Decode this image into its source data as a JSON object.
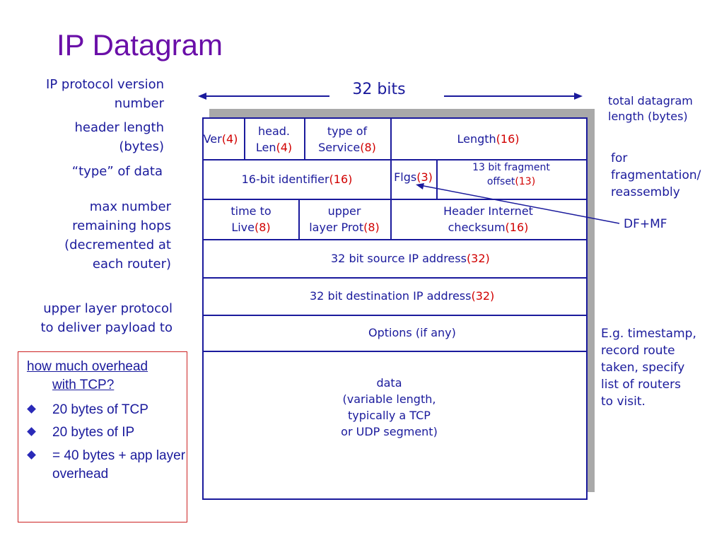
{
  "title": "IP Datagram",
  "bits_label": "32 bits",
  "left_labels": {
    "version": [
      "IP protocol version",
      "number"
    ],
    "header_length": [
      "header length",
      "(bytes)"
    ],
    "type": "“type” of data",
    "ttl": [
      "max number",
      "remaining hops",
      "(decremented at",
      "each router)"
    ],
    "upper": [
      "upper layer protocol",
      "to deliver payload to"
    ]
  },
  "right_labels": {
    "total_length": [
      "total datagram",
      "length (bytes)"
    ],
    "fragmentation": [
      "for",
      "fragmentation/",
      "reassembly"
    ],
    "dfmf": "DF+MF",
    "options": [
      "E.g. timestamp,",
      "record route",
      "taken, specify",
      "list of routers",
      "to visit."
    ]
  },
  "fields": {
    "ver": {
      "label": "Ver",
      "bits": "(4)"
    },
    "headlen": {
      "label1": "head.",
      "label2": "Len",
      "bits": "(4)"
    },
    "tos": {
      "label1": "type of",
      "label2": "Service",
      "bits": "(8)"
    },
    "length": {
      "label": "Length",
      "bits": "(16)"
    },
    "identifier": {
      "label": "16-bit identifier",
      "bits": "(16)"
    },
    "flags": {
      "label": "Flgs",
      "bits": "(3)"
    },
    "fragoffset": {
      "label1": "13 bit fragment",
      "label2": "offset",
      "bits": "(13)"
    },
    "ttl": {
      "label1": "time to",
      "label2": "Live",
      "bits": "(8)"
    },
    "proto": {
      "label1": "upper",
      "label2": "layer Prot",
      "bits": "(8)"
    },
    "checksum": {
      "label1": "Header Internet",
      "label2": "checksum",
      "bits": "(16)"
    },
    "src": {
      "label": "32 bit source IP address",
      "bits": "(32)"
    },
    "dst": {
      "label": "32 bit destination IP address",
      "bits": "(32)"
    },
    "options": {
      "label": "Options (if any)"
    },
    "data": {
      "lines": [
        "data",
        "(variable length,",
        "typically a TCP",
        "or UDP segment)"
      ]
    }
  },
  "note": {
    "question": [
      "how much overhead",
      "with TCP?"
    ],
    "bullets": [
      "20 bytes of TCP",
      "20 bytes of IP",
      "= 40 bytes + app layer overhead"
    ]
  }
}
